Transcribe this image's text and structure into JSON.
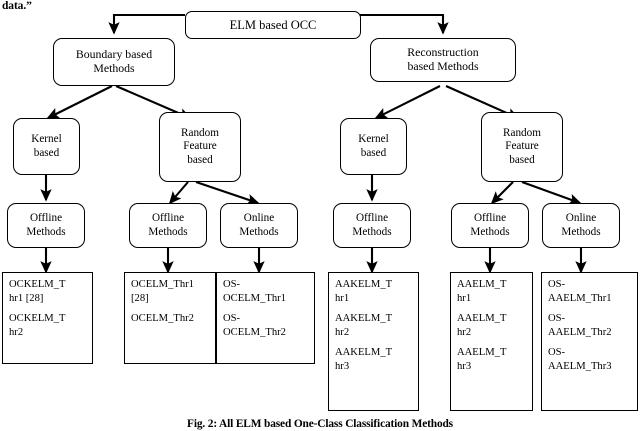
{
  "page": {
    "top_note": "data.”",
    "caption": "Fig. 2: All ELM based One-Class Classification Methods"
  },
  "diagram": {
    "type": "tree",
    "root": {
      "label": "ELM based OCC"
    },
    "level1": [
      {
        "id": "boundary",
        "line1": "Boundary based",
        "line2": "Methods"
      },
      {
        "id": "reconstruction",
        "line1": "Reconstruction",
        "line2": "based Methods"
      }
    ],
    "level2": [
      {
        "id": "kernel-left",
        "line1": "Kernel",
        "line2": "based",
        "line3": ""
      },
      {
        "id": "rf-left",
        "line1": "Random",
        "line2": "Feature",
        "line3": "based"
      },
      {
        "id": "kernel-right",
        "line1": "Kernel",
        "line2": "based",
        "line3": ""
      },
      {
        "id": "rf-right",
        "line1": "Random",
        "line2": "Feature",
        "line3": "based"
      }
    ],
    "level3": [
      {
        "id": "offline-1",
        "line1": "Offline",
        "line2": "Methods"
      },
      {
        "id": "offline-2",
        "line1": "Offline",
        "line2": "Methods"
      },
      {
        "id": "online-1",
        "line1": "Online",
        "line2": "Methods"
      },
      {
        "id": "offline-3",
        "line1": "Offline",
        "line2": "Methods"
      },
      {
        "id": "offline-4",
        "line1": "Offline",
        "line2": "Methods"
      },
      {
        "id": "online-2",
        "line1": "Online",
        "line2": "Methods"
      }
    ],
    "leaves": [
      {
        "id": "leaf-ockelm",
        "entries": [
          {
            "l1": "OCKELM_T",
            "l2": "hr1 [28]"
          },
          {
            "l1": "OCKELM_T",
            "l2": "hr2"
          }
        ]
      },
      {
        "id": "leaf-ocelm",
        "entries": [
          {
            "l1": "OCELM_Thr1",
            "l2": "[28]"
          },
          {
            "l1": "OCELM_Thr2",
            "l2": ""
          }
        ]
      },
      {
        "id": "leaf-os-ocelm",
        "entries": [
          {
            "l1": "OS-",
            "l2": "OCELM_Thr1"
          },
          {
            "l1": "OS-",
            "l2": "OCELM_Thr2"
          }
        ]
      },
      {
        "id": "leaf-aakelm",
        "entries": [
          {
            "l1": "AAKELM_T",
            "l2": "hr1"
          },
          {
            "l1": "AAKELM_T",
            "l2": "hr2"
          },
          {
            "l1": "AAKELM_T",
            "l2": "hr3"
          }
        ]
      },
      {
        "id": "leaf-aaelm",
        "entries": [
          {
            "l1": "AAELM_T",
            "l2": "hr1"
          },
          {
            "l1": "AAELM_T",
            "l2": "hr2"
          },
          {
            "l1": "AAELM_T",
            "l2": "hr3"
          }
        ]
      },
      {
        "id": "leaf-os-aaelm",
        "entries": [
          {
            "l1": "OS-",
            "l2": "AAELM_Thr1"
          },
          {
            "l1": "OS-",
            "l2": "AAELM_Thr2"
          },
          {
            "l1": "OS-",
            "l2": "AAELM_Thr3"
          }
        ]
      }
    ],
    "colors": {
      "stroke": "#000000",
      "background": "#ffffff"
    }
  }
}
